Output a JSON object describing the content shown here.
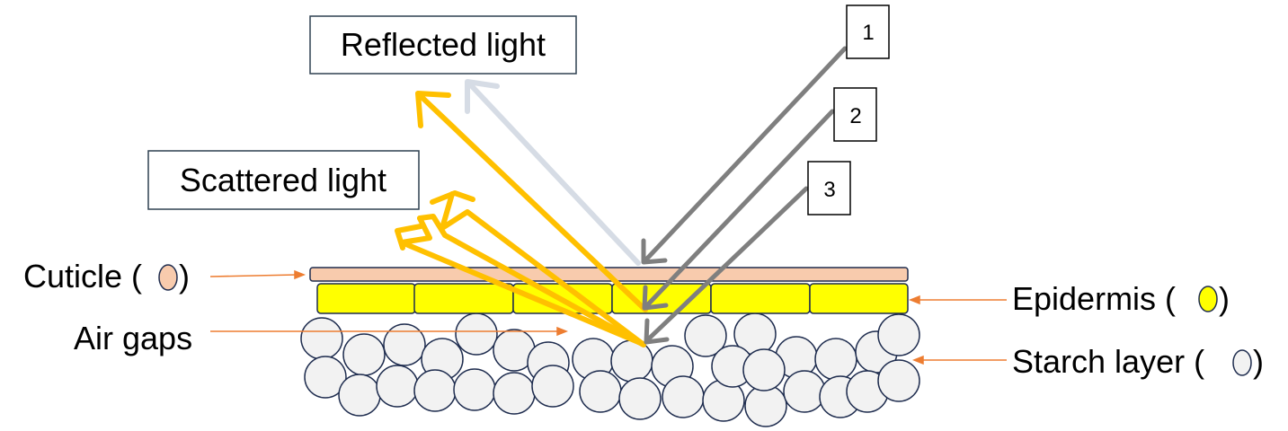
{
  "labels": {
    "reflected": "Reflected light",
    "scattered": "Scattered light",
    "cuticle": "Cuticle (",
    "cuticle_close": ")",
    "air_gaps": "Air gaps",
    "epidermis": "Epidermis (",
    "epidermis_close": ")",
    "starch": "Starch layer (",
    "starch_close": ")",
    "ray1": "1",
    "ray2": "2",
    "ray3": "3"
  },
  "colors": {
    "cuticle": "#f8cbad",
    "epidermis": "#ffff00",
    "starch": "#f2f2f2",
    "outline": "#1f2d4f",
    "incident_ray": "#7f7f7f",
    "reflected_ray": "#d6dce5",
    "scattered_ray": "#ffc000",
    "pointer": "#ed7d31"
  }
}
